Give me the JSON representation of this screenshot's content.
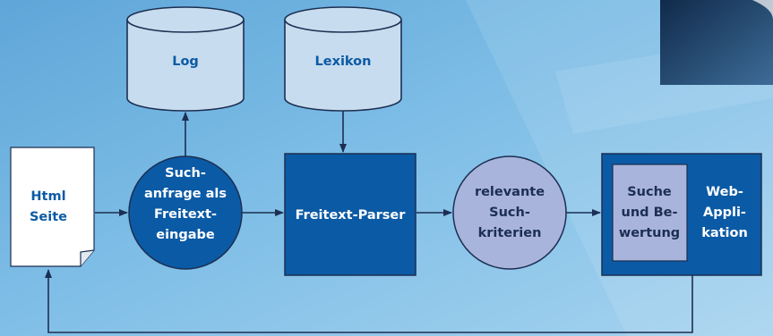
{
  "diagram": {
    "nodes": {
      "log": {
        "label": "Log"
      },
      "lexikon": {
        "label": "Lexikon"
      },
      "html_seite": {
        "lines": [
          "Html",
          "Seite"
        ]
      },
      "suchanfrage": {
        "lines": [
          "Such-",
          "anfrage als",
          "Freitext-",
          "eingabe"
        ]
      },
      "freitext_parser": {
        "label": "Freitext-Parser"
      },
      "suchkriterien": {
        "lines": [
          "relevante",
          "Such-",
          "kriterien"
        ]
      },
      "suche_bewertung": {
        "lines": [
          "Suche",
          "und Be-",
          "wertung"
        ]
      },
      "web_applikation": {
        "lines": [
          "Web-",
          "Appli-",
          "kation"
        ]
      }
    }
  },
  "colors": {
    "dark_blue": "#0b5aa5",
    "light_box": "#a9b4dc",
    "cylinder_fill": "#c7dcee",
    "line": "#1c2f52",
    "text_blue": "#0b5aa5",
    "text_white": "#ffffff"
  }
}
